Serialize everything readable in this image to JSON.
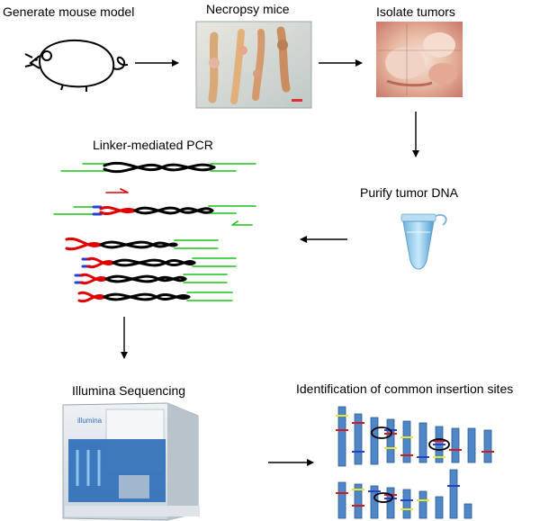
{
  "steps": {
    "generate": "Generate mouse model",
    "necropsy": "Necropsy mice",
    "isolate": "Isolate tumors",
    "pcr": "Linker-mediated PCR",
    "purify": "Purify tumor DNA",
    "sequencing": "Illumina Sequencing",
    "identification": "Identification of common insertion sites"
  },
  "photos": {
    "sequencer_brand": "illumina"
  },
  "colors": {
    "linker": "#18c418",
    "transposon": "#e00000",
    "genomic": "#000000",
    "chromosome": "#4f86c6",
    "tick_red": "#d9151c",
    "tick_yellow": "#e8e82a",
    "tick_blue": "#2b3fc6"
  }
}
